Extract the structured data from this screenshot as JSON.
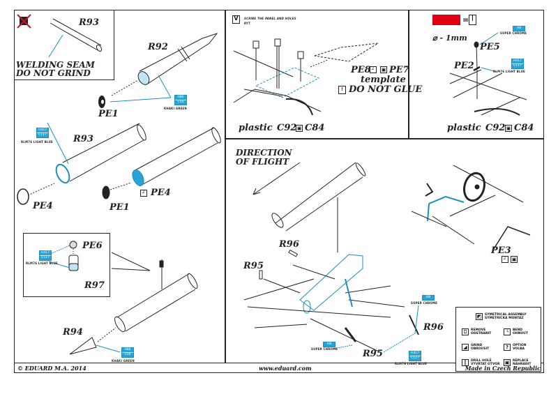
{
  "panel_top_left": {
    "inset_note": "WELDING SEAM\nDO NOT GRIND",
    "inset_note_line1": "WELDING SEAM",
    "inset_note_line2": "DO NOT GRIND",
    "inset_part": "R93",
    "parts": {
      "r92": "R92",
      "pe1_top": "PE1",
      "r93": "R93",
      "pe4_left": "PE4",
      "pe1_mid": "PE1",
      "pe4_right": "PE4",
      "pe6": "PE6",
      "r97": "R97",
      "r94": "R94"
    },
    "paint_codes": {
      "khaki_green_1": {
        "codes": [
          "H80",
          "C54"
        ],
        "name": "KHAKI GREEN"
      },
      "flat_light_blue_1": {
        "codes": [
          "H417",
          "C117"
        ],
        "name": "RLM76 LIGHT BLUE"
      },
      "flat_light_blue_2": {
        "codes": [
          "H417",
          "C117"
        ],
        "name": "RLM76 LIGHT BLUE"
      },
      "khaki_green_2": {
        "codes": [
          "H80",
          "C54"
        ],
        "name": "KHAKI GREEN"
      }
    }
  },
  "panel_top_middle": {
    "scribe_note": "SCRIBE THE PANEL AND HOLES",
    "scribe_note_line2": "RYT",
    "scribe_icon": "V",
    "pe8": "PE8",
    "pe7": "PE7",
    "template": "template",
    "do_not_glue": "DO NOT GLUE",
    "warning_icon": "!",
    "plastic_label": "plastic",
    "from_part": "C92",
    "to_part": "C84"
  },
  "panel_top_right": {
    "equals": "=",
    "diameter_note": "⌀ - 1mm",
    "pe5": "PE5",
    "pe2": "PE2",
    "paint_super_chrome": {
      "codes": [
        "H8"
      ],
      "name": "SUPER CHROME"
    },
    "paint_light_blue": {
      "codes": [
        "H417",
        "C117"
      ],
      "name": "RLM76 LIGHT BLUE"
    },
    "plastic_label": "plastic",
    "from_part": "C92",
    "to_part": "C84",
    "red_swatch_color": "#e00010"
  },
  "panel_bottom_right": {
    "direction_line1": "DIRECTION",
    "direction_line2": "OF FLIGHT",
    "r96_top": "R96",
    "r95_top": "R95",
    "r96_bottom": "R96",
    "r95_bottom": "R95",
    "pe3": "PE3",
    "paint_super_chrome_1": {
      "codes": [
        "H8"
      ],
      "name": "SUPER CHROME"
    },
    "paint_super_chrome_2": {
      "codes": [
        "H8"
      ],
      "name": "SUPER CHROME"
    },
    "paint_light_blue": {
      "codes": [
        "H417",
        "C117"
      ],
      "name": "RLM76 LIGHT BLUE"
    }
  },
  "legend": {
    "items": [
      {
        "icon": "symmetrical-assembly-icon",
        "glyph": "◩",
        "text": "SYMETRICAL ASSEMBLY\nSYMETRICKA MONTAZ"
      },
      {
        "icon": "remove-icon",
        "glyph": "⎕",
        "text": "REMOVE\nODSTRANIT"
      },
      {
        "icon": "bend-icon",
        "glyph": "╰",
        "text": "BEND\nOHNOUT"
      },
      {
        "icon": "grind-icon",
        "glyph": "◢",
        "text": "GRIND\nOBROUSIT"
      },
      {
        "icon": "option-icon",
        "glyph": "?",
        "text": "OPTION\nVOLBA"
      },
      {
        "icon": "drill-hole-icon",
        "glyph": "┃",
        "text": "DRILL HOLE\nVYVRTAT OTVOR"
      },
      {
        "icon": "replace-icon",
        "glyph": "▣",
        "text": "REPLACE\nNAHRADIT"
      }
    ]
  },
  "footer": {
    "copyright": "© EDUARD M.A. 2014",
    "website": "www.eduard.com",
    "made_in": "Made in Czech Republic"
  },
  "colors": {
    "paint_blue": "#29a3d6",
    "line_blue": "#1a8fc0",
    "part_fill_blue": "#bfe6f7",
    "no_mark_red": "#d01020",
    "ink": "#222222"
  }
}
